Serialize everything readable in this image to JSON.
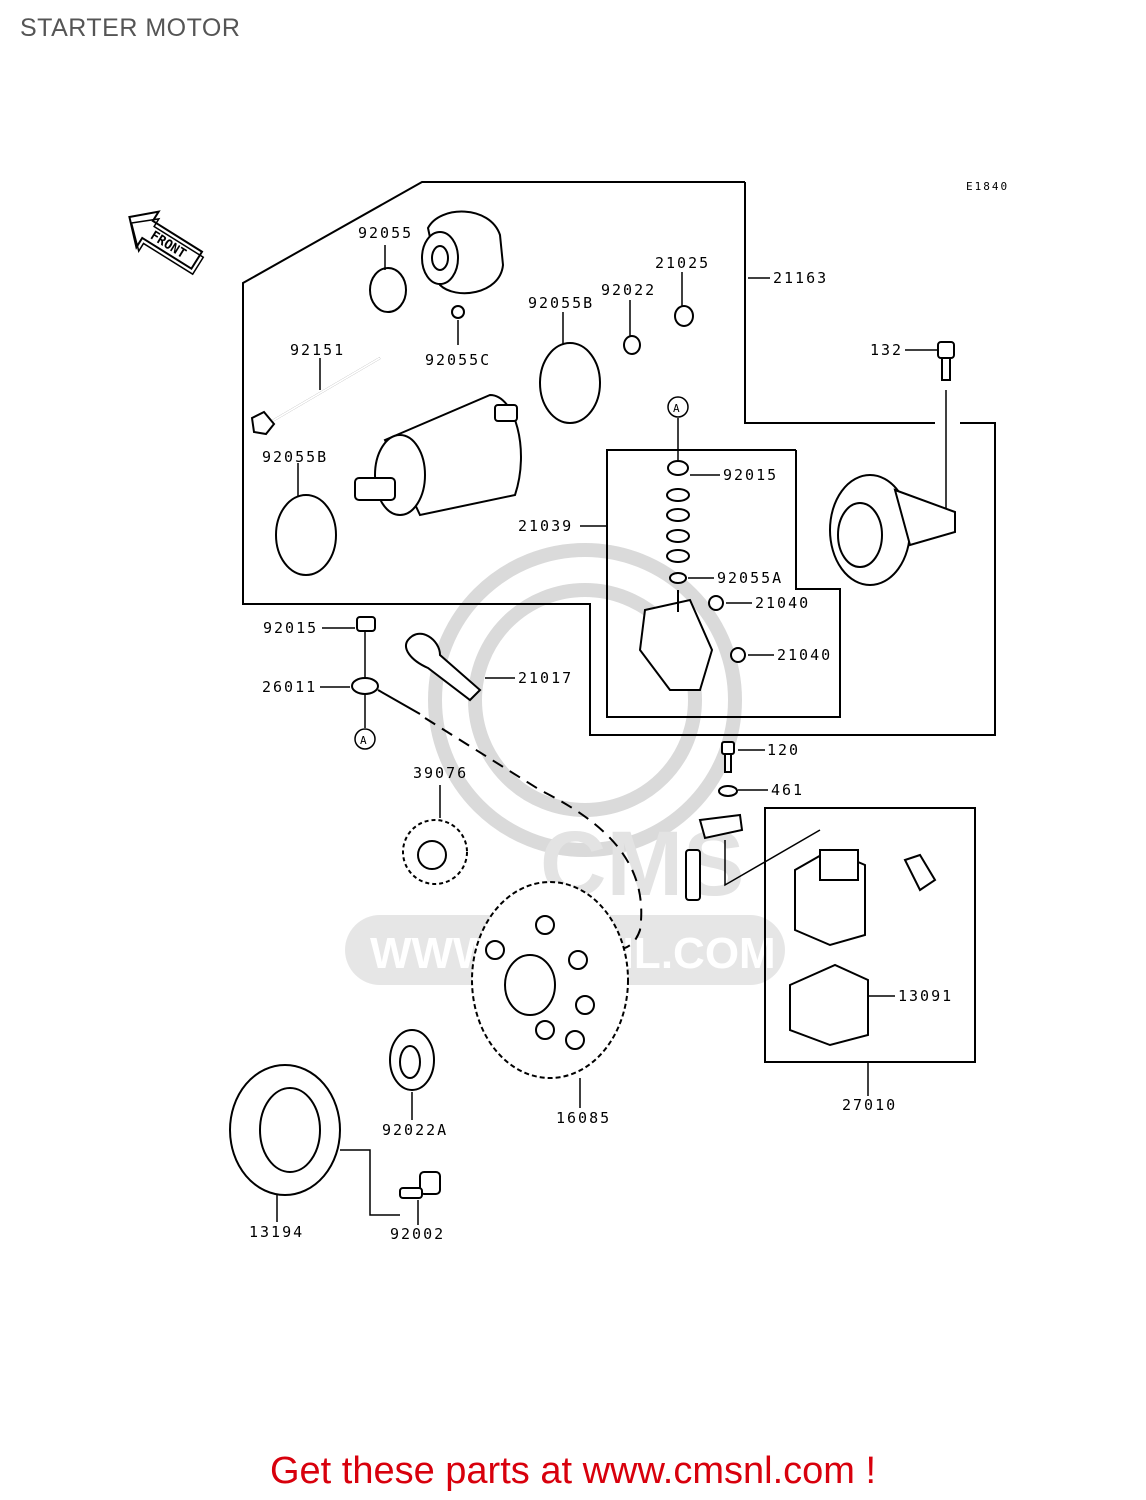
{
  "page": {
    "title": "STARTER MOTOR"
  },
  "diagram": {
    "code": "E1840",
    "front_label": "FRONT",
    "watermark_text": "WWW.CMSNL.COM",
    "watermark_logo": "CMS",
    "ref_marker": "A",
    "parts": {
      "p92055": "92055",
      "p92055c": "92055C",
      "p92055b_top": "92055B",
      "p92022": "92022",
      "p21025": "21025",
      "p21163": "21163",
      "p92151": "92151",
      "p132": "132",
      "p92055b_left": "92055B",
      "p92015_top": "92015",
      "p21039": "21039",
      "p92055a": "92055A",
      "p21040_a": "21040",
      "p21040_b": "21040",
      "p92015_left": "92015",
      "p21017": "21017",
      "p26011": "26011",
      "p120": "120",
      "p461": "461",
      "p39076": "39076",
      "p13091": "13091",
      "p27010": "27010",
      "p92022a": "92022A",
      "p16085": "16085",
      "p13194": "13194",
      "p92002": "92002"
    }
  },
  "footer": {
    "text": "Get these parts at www.cmsnl.com !"
  }
}
